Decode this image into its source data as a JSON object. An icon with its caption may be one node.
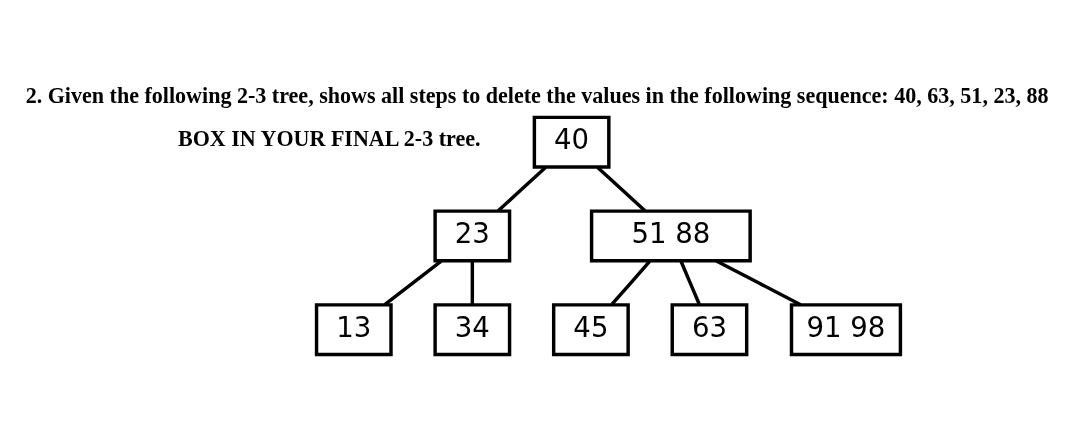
{
  "diagram": {
    "title": "2. Given the following 2-3 tree, shows all steps to delete the values in the following sequence: 40, 63, 51, 23, 88",
    "nodes": [
      {
        "text": [
          "40"
        ]
      },
      {
        "text": [
          "23"
        ]
      },
      {
        "text": [
          "51 88"
        ]
      },
      {
        "text": [
          "13"
        ]
      },
      {
        "text": [
          "34"
        ]
      },
      {
        "text": [
          "45"
        ]
      },
      {
        "text": [
          "63"
        ]
      },
      {
        "text": [
          "91 98"
        ]
      }
    ],
    "edges": [
      {
        "from": 0,
        "to": 1,
        "arrow": "none"
      },
      {
        "from": 0,
        "to": 2,
        "arrow": "none"
      },
      {
        "from": 1,
        "to": 3,
        "arrow": "none"
      },
      {
        "from": 1,
        "to": 4,
        "arrow": "none"
      },
      {
        "from": 2,
        "to": 5,
        "arrow": "none"
      },
      {
        "from": 2,
        "to": 6,
        "arrow": "none"
      },
      {
        "from": 2,
        "to": 7,
        "arrow": "none"
      }
    ],
    "labels": [
      "BOX IN YOUR FINAL 2-3 tree."
    ]
  }
}
